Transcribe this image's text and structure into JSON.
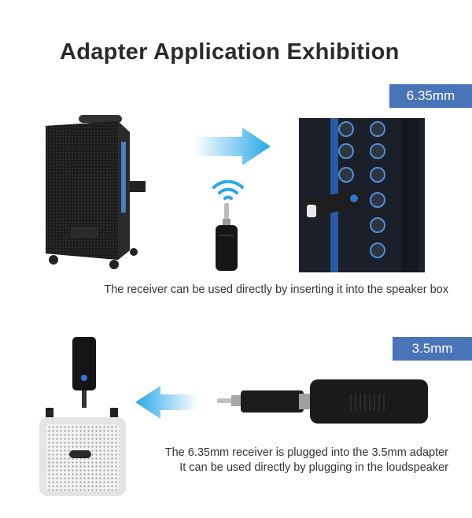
{
  "title": "Adapter Application Exhibition",
  "section1": {
    "badge": "6.35mm",
    "caption": "The receiver can be used directly by inserting it into the speaker box"
  },
  "section2": {
    "badge": "3.5mm",
    "caption_line1": "The 6.35mm receiver is plugged into the 3.5mm adapter",
    "caption_line2": "It can be used directly by plugging in the loudspeaker"
  },
  "colors": {
    "badge_bg": "#4a74b8",
    "arrow": "#29a8e8"
  },
  "icons": [
    "speaker-cabinet-image",
    "arrow-right-icon",
    "wifi-icon",
    "receiver-635-image",
    "amp-panel-image",
    "arrow-left-icon",
    "portable-speaker-image",
    "adapter-35-image"
  ]
}
